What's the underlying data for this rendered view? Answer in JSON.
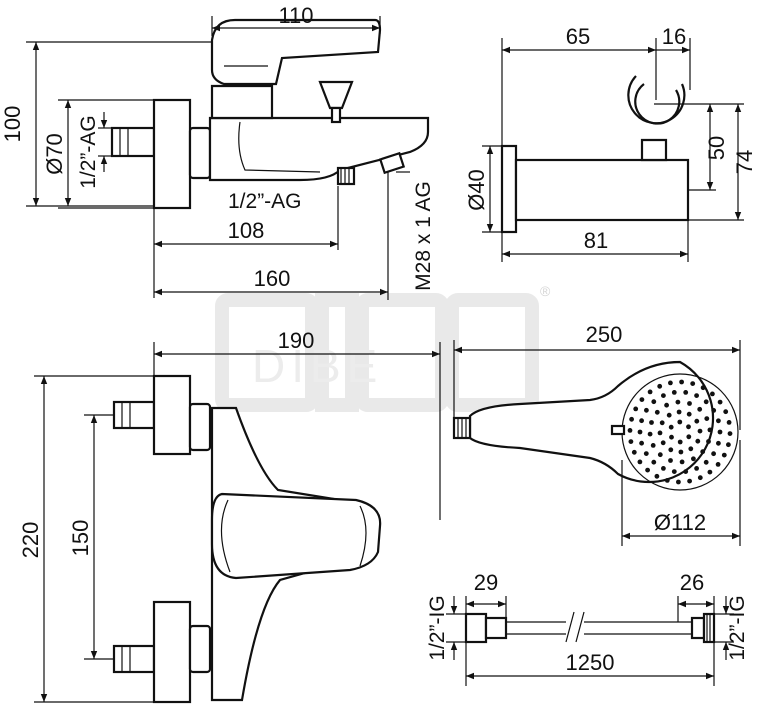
{
  "watermark": {
    "text": "DIBE",
    "registered": "®"
  },
  "top_view": {
    "dims": {
      "width_body": "110",
      "height": "100",
      "inlet_dia": "Ø70",
      "inlet_thread": "1/2”-AG",
      "outlet_thread": "1/2”-AG",
      "spout_reach": "108",
      "overall_depth": "160",
      "hose_thread": "M28 x 1 AG"
    }
  },
  "holder_view": {
    "dims": {
      "depth": "65",
      "clip": "16",
      "rosette_dia": "Ø40",
      "height_a": "50",
      "height_b": "74",
      "length": "81"
    }
  },
  "front_view": {
    "dims": {
      "width": "190",
      "height": "220",
      "centers": "150"
    }
  },
  "handshower_view": {
    "dims": {
      "length": "250",
      "head_dia": "Ø112"
    }
  },
  "hose_view": {
    "dims": {
      "left_nut": "29",
      "right_nut": "26",
      "length": "1250",
      "left_thread": "1/2”-IG",
      "right_thread": "1/2”-IG"
    }
  }
}
